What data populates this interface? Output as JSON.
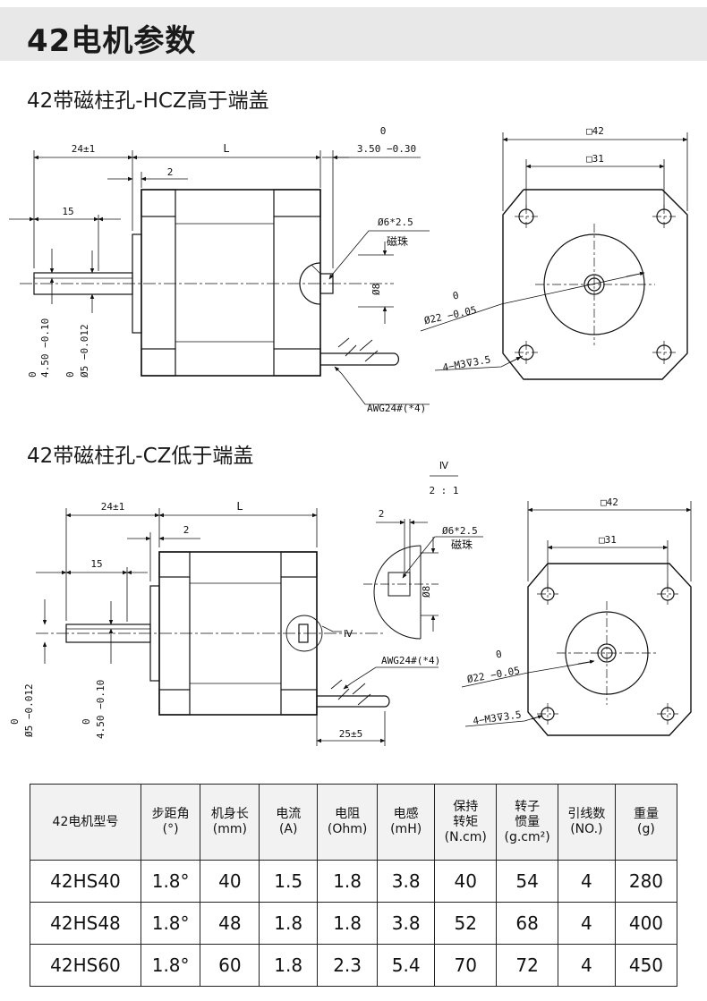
{
  "page": {
    "title": "42电机参数",
    "section1_title": "42带磁柱孔-HCZ高于端盖",
    "section2_title": "42带磁柱孔-CZ低于端盖"
  },
  "drawing1": {
    "dim_shaft_len": "24±1",
    "dim_body": "L",
    "dim_flange": "2",
    "dim_flat": "15",
    "dim_tol_top": "0",
    "dim_tol_val": "3.50 −0.30",
    "dim_hole": "Ø6*2.5",
    "label_magnet": "磁珠",
    "dim_phi8": "Ø8",
    "dim_sq42": "□42",
    "dim_sq31": "□31",
    "dim_boss_tol": "0",
    "dim_boss": "Ø22 −0.05",
    "dim_screw": "4−M3⊽3.5",
    "dim_flat_tol": "0",
    "dim_flat_val": "4.50 −0.10",
    "dim_shaft_tol": "0",
    "dim_shaft_val": "Ø5 −0.012",
    "label_wire": "AWG24#(*4)"
  },
  "drawing2": {
    "detail_label": "Ⅳ",
    "detail_scale": "2 : 1",
    "dim_shaft_len": "24±1",
    "dim_body": "L",
    "dim_flange": "2",
    "dim_flat": "15",
    "dim_detail_2": "2",
    "dim_hole": "Ø6*2.5",
    "label_magnet": "磁珠",
    "dim_phi8": "Ø8",
    "detail_mark": "Ⅳ",
    "dim_sq42": "□42",
    "dim_sq31": "□31",
    "dim_boss_tol": "0",
    "dim_boss": "Ø22 −0.05",
    "dim_screw": "4−M3⊽3.5",
    "label_wire": "AWG24#(*4)",
    "dim_shaft_tol": "0",
    "dim_shaft_val": "Ø5 −0.012",
    "dim_flat_tol": "0",
    "dim_flat_val": "4.50 −0.10",
    "dim_lead": "25±5"
  },
  "table": {
    "headers": [
      [
        "42电机型号"
      ],
      [
        "步距角",
        "(°)"
      ],
      [
        "机身长",
        "(mm)"
      ],
      [
        "电流",
        "(A)"
      ],
      [
        "电阻",
        "(Ohm)"
      ],
      [
        "电感",
        "(mH)"
      ],
      [
        "保持",
        "转矩",
        "(N.cm)"
      ],
      [
        "转子",
        "惯量",
        "(g.cm²)"
      ],
      [
        "引线数",
        "(NO.)"
      ],
      [
        "重量",
        "(g)"
      ]
    ],
    "rows": [
      [
        "42HS40",
        "1.8°",
        "40",
        "1.5",
        "1.8",
        "3.8",
        "40",
        "54",
        "4",
        "280"
      ],
      [
        "42HS48",
        "1.8°",
        "48",
        "1.8",
        "1.8",
        "3.8",
        "52",
        "68",
        "4",
        "400"
      ],
      [
        "42HS60",
        "1.8°",
        "60",
        "1.8",
        "2.3",
        "5.4",
        "70",
        "72",
        "4",
        "450"
      ]
    ]
  }
}
